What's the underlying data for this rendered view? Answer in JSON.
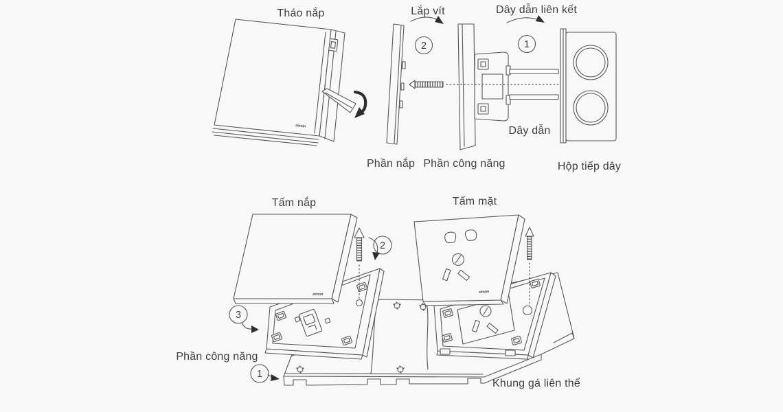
{
  "colors": {
    "background": "#f8f8f8",
    "line": "#565656",
    "text": "#3f3f3f",
    "arrow": "#2e2e2e"
  },
  "brand_logo": "simon",
  "top_diagram": {
    "remove_cover_label": "Tháo nắp",
    "install_screw_label": "Lắp vít",
    "install_screw_step": "2",
    "wire_link_label": "Dây dẫn liên kết",
    "wire_link_step": "1",
    "wire_label": "Dây dẫn",
    "cover_part_label": "Phần nắp",
    "function_part_label": "Phần công năng",
    "junction_box_label": "Hộp tiếp dây"
  },
  "bottom_diagram": {
    "cover_plate_label": "Tấm nắp",
    "face_plate_label": "Tấm mặt",
    "function_part_label": "Phần công năng",
    "mounting_frame_label": "Khung gá liên thể",
    "step_frame": "1",
    "step_screw": "2",
    "step_cover": "3"
  }
}
